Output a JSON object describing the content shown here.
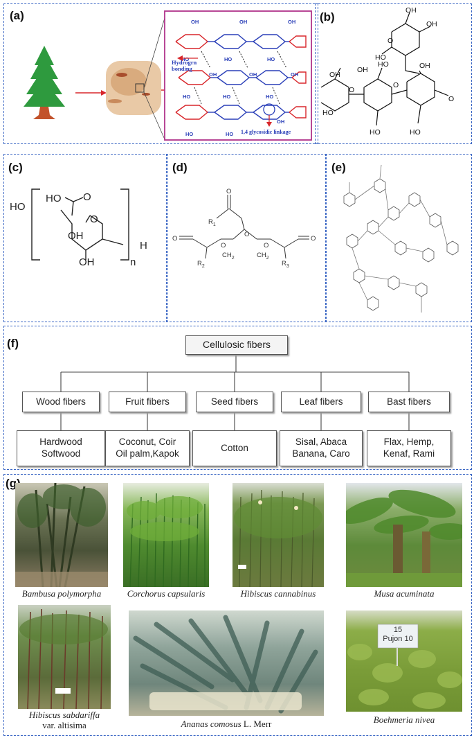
{
  "panels": {
    "a": {
      "label": "(a)",
      "annotations": {
        "hydrogen": "Hydrogrn\nbonding",
        "hydrogen_line1": "Hydrogrn",
        "hydrogen_line2": "bonding",
        "linkage": "1,4 glycosidic linkage"
      }
    },
    "b": {
      "label": "(b)"
    },
    "c": {
      "label": "(c)",
      "atoms": {
        "ho": "HO",
        "ho2": "HO",
        "oh1": "OH",
        "oh2": "OH",
        "o1": "O",
        "o2": "O",
        "h": "H",
        "n": "n"
      }
    },
    "d": {
      "label": "(d)",
      "atoms": {
        "r1": "R",
        "r1_sub": "1",
        "r2": "R",
        "r2_sub": "2",
        "r3": "R",
        "r3_sub": "3",
        "o": "O",
        "ch2": "CH",
        "ch2_sub": "2"
      }
    },
    "e": {
      "label": "(e)"
    },
    "f": {
      "label": "(f)",
      "root": "Cellulosic fibers",
      "categories": [
        {
          "name": "Wood fibers",
          "examples": "Hardwood\nSoftwood",
          "l1": "Hardwood",
          "l2": "Softwood"
        },
        {
          "name": "Fruit fibers",
          "examples": "Coconut, Coir\nOil palm,Kapok",
          "l1": "Coconut, Coir",
          "l2": "Oil palm,Kapok"
        },
        {
          "name": "Seed fibers",
          "examples": "Cotton",
          "l1": "Cotton",
          "l2": ""
        },
        {
          "name": "Leaf fibers",
          "examples": "Sisal, Abaca\nBanana, Caro",
          "l1": "Sisal, Abaca",
          "l2": "Banana, Caro"
        },
        {
          "name": "Bast fibers",
          "examples": "Flax, Hemp,\nKenaf, Rami",
          "l1": "Flax, Hemp,",
          "l2": "Kenaf, Rami"
        }
      ]
    },
    "g": {
      "label": "(g)",
      "photos": [
        {
          "caption": "Bambusa polymorpha"
        },
        {
          "caption": "Corchorus capsularis"
        },
        {
          "caption": "Hibiscus cannabinus"
        },
        {
          "caption": "Musa acuminata"
        },
        {
          "caption": "Hibiscus sabdariffa",
          "caption2": "var. altisima"
        },
        {
          "caption": "Ananas comosus",
          "caption_suffix": " L. Merr"
        },
        {
          "caption": "Boehmeria nivea"
        }
      ],
      "sign_text": {
        "line1": "15",
        "line2": "Pujon 10"
      }
    }
  },
  "colors": {
    "panel_border": "#3a66c4",
    "molecule_red": "#d8262b",
    "molecule_blue": "#2a3fb8",
    "frame_magenta": "#b0338b"
  }
}
